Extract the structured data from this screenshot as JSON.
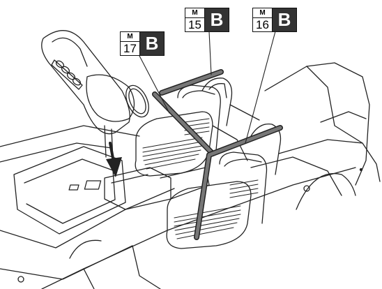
{
  "callouts": [
    {
      "kind": "M",
      "number": "17",
      "type": "B"
    },
    {
      "kind": "M",
      "number": "15",
      "type": "B"
    },
    {
      "kind": "M",
      "number": "16",
      "type": "B"
    }
  ],
  "colors": {
    "line": "#222222",
    "rod_fill": "#6f6f6f",
    "badge_bg": "#333333"
  }
}
